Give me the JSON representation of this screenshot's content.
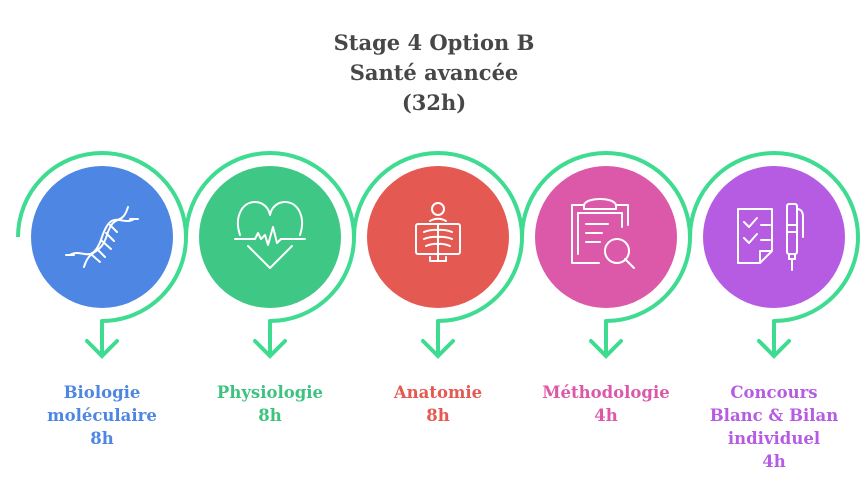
{
  "title": {
    "line1": "Stage 4 Option B",
    "line2": "Santé avancée",
    "line3": "(32h)"
  },
  "arc_color": "#3EDB90",
  "steps": [
    {
      "lines": [
        "Biologie",
        "moléculaire",
        "8h"
      ],
      "color": "#4E86E4",
      "text_color": "#4E86E4",
      "icon": "dna-icon"
    },
    {
      "lines": [
        "Physiologie",
        "8h"
      ],
      "color": "#3FC785",
      "text_color": "#3CC47F",
      "icon": "heartbeat-icon"
    },
    {
      "lines": [
        "Anatomie",
        "8h"
      ],
      "color": "#E45A52",
      "text_color": "#E45A52",
      "icon": "xray-icon"
    },
    {
      "lines": [
        "Méthodologie",
        "4h"
      ],
      "color": "#DC58A8",
      "text_color": "#DC58A8",
      "icon": "clipboard-search-icon"
    },
    {
      "lines": [
        "Concours",
        "Blanc & Bilan",
        "individuel",
        "4h"
      ],
      "color": "#B65CE3",
      "text_color": "#B65CE3",
      "icon": "checklist-pen-icon"
    }
  ]
}
